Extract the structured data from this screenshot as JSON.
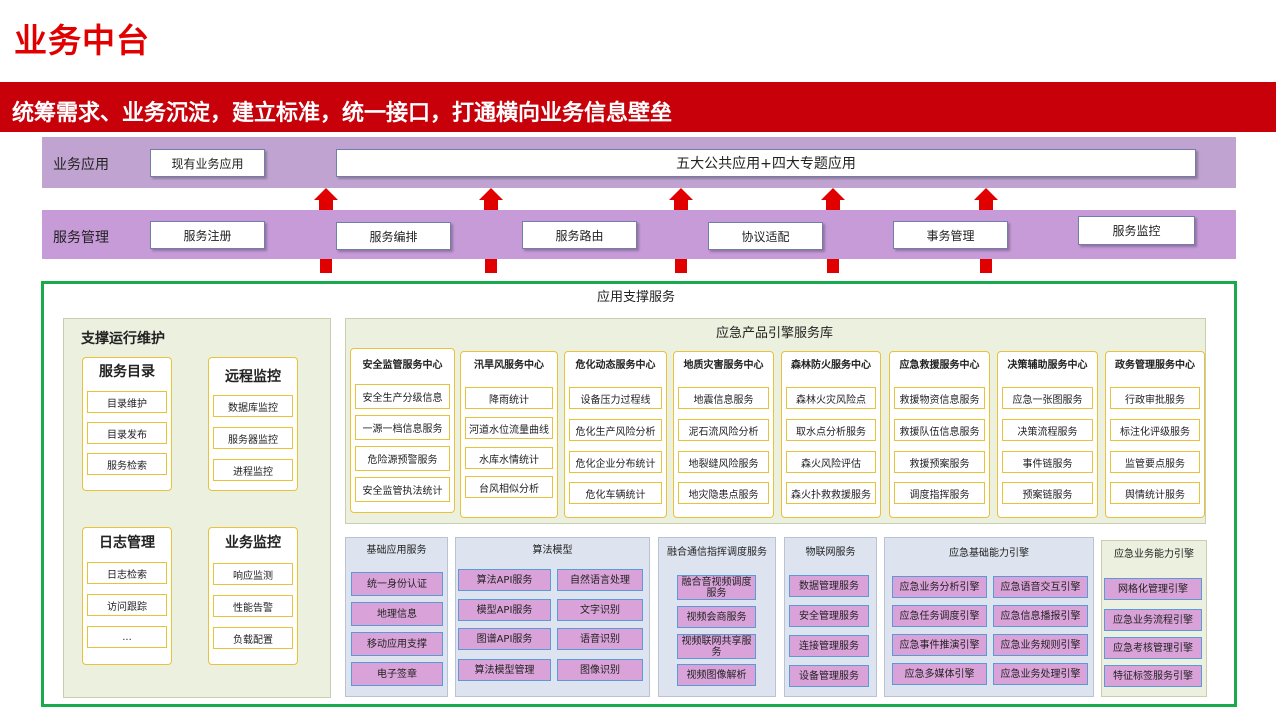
{
  "title": "业务中台",
  "banner": "统筹需求、业务沉淀，建立标准，统一接口，打通横向业务信息壁垒",
  "business_app": {
    "label": "业务应用",
    "existing": "现有业务应用",
    "main": "五大公共应用+四大专题应用"
  },
  "service_mgmt": {
    "label": "服务管理",
    "items": [
      "服务注册",
      "服务编排",
      "服务路由",
      "协议适配",
      "事务管理",
      "服务监控"
    ]
  },
  "support": {
    "title": "应用支撑服务",
    "ops": {
      "title": "支撑运行维护",
      "groups": [
        {
          "title": "服务目录",
          "items": [
            "目录维护",
            "目录发布",
            "服务检索"
          ]
        },
        {
          "title": "远程监控",
          "items": [
            "数据库监控",
            "服务器监控",
            "进程监控"
          ]
        },
        {
          "title": "日志管理",
          "items": [
            "日志检索",
            "访问跟踪",
            "..."
          ]
        },
        {
          "title": "业务监控",
          "items": [
            "响应监测",
            "性能告警",
            "负载配置"
          ]
        }
      ]
    },
    "engine": {
      "title": "应急产品引擎服务库",
      "centers": [
        {
          "title": "安全监管服务中心",
          "items": [
            "安全生产分级信息",
            "一源一档信息服务",
            "危险源预警服务",
            "安全监管执法统计"
          ]
        },
        {
          "title": "汛旱风服务中心",
          "items": [
            "降雨统计",
            "河道水位流量曲线",
            "水库水情统计",
            "台风相似分析"
          ]
        },
        {
          "title": "危化动态服务中心",
          "items": [
            "设备压力过程线",
            "危化生产风险分析",
            "危化企业分布统计",
            "危化车辆统计"
          ]
        },
        {
          "title": "地质灾害服务中心",
          "items": [
            "地震信息服务",
            "泥石流风险分析",
            "地裂缝风险服务",
            "地灾隐患点服务"
          ]
        },
        {
          "title": "森林防火服务中心",
          "items": [
            "森林火灾风险点",
            "取水点分析服务",
            "森火风险评估",
            "森火扑救救援服务"
          ]
        },
        {
          "title": "应急救援服务中心",
          "items": [
            "救援物资信息服务",
            "救援队伍信息服务",
            "救援预案服务",
            "调度指挥服务"
          ]
        },
        {
          "title": "决策辅助服务中心",
          "items": [
            "应急一张图服务",
            "决策流程服务",
            "事件链服务",
            "预案链服务"
          ]
        },
        {
          "title": "政务管理服务中心",
          "items": [
            "行政审批服务",
            "标注化评级服务",
            "监管要点服务",
            "舆情统计服务"
          ]
        }
      ]
    },
    "base_app": {
      "title": "基础应用服务",
      "items": [
        "统一身份认证",
        "地理信息",
        "移动应用支撑",
        "电子签章"
      ]
    },
    "algo": {
      "title": "算法模型",
      "items": [
        "算法API服务",
        "自然语言处理",
        "模型API服务",
        "文字识别",
        "图谱API服务",
        "语音识别",
        "算法模型管理",
        "图像识别"
      ]
    },
    "comm": {
      "title": "融合通信指挥调度服务",
      "items": [
        "融合音视频调度服务",
        "视频会商服务",
        "视频联网共享服务",
        "视频图像解析"
      ]
    },
    "iot": {
      "title": "物联网服务",
      "items": [
        "数据管理服务",
        "安全管理服务",
        "连接管理服务",
        "设备管理服务"
      ]
    },
    "capability": {
      "title": "应急基础能力引擎",
      "items": [
        "应急业务分析引擎",
        "应急语音交互引擎",
        "应急任务调度引擎",
        "应急信息播报引擎",
        "应急事件推演引擎",
        "应急业务规则引擎",
        "应急多媒体引擎",
        "应急业务处理引擎"
      ]
    },
    "biz_capability": {
      "title": "应急业务能力引擎",
      "items": [
        "网格化管理引擎",
        "应急业务流程引擎",
        "应急考核管理引擎",
        "特征标签服务引擎"
      ]
    }
  }
}
